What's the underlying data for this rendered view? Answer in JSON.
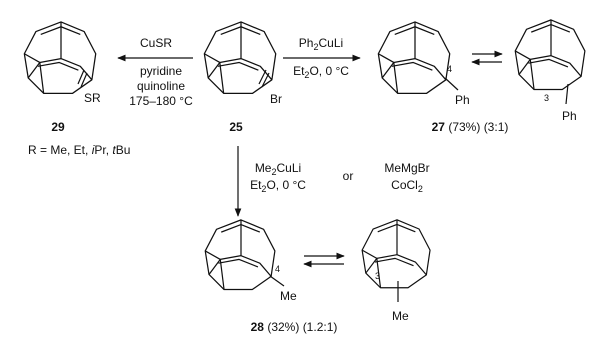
{
  "compounds": {
    "c25": {
      "number": "25",
      "substituent": "Br"
    },
    "c29": {
      "number": "29",
      "substituent": "SR",
      "r_groups_prefix": "R = Me, Et, ",
      "r_groups_ipr_i": "i",
      "r_groups_ipr_rest": "Pr, ",
      "r_groups_tbu_t": "t",
      "r_groups_tbu_rest": "Bu"
    },
    "c27": {
      "number": "27",
      "yield": "(73%)",
      "ratio": "(3:1)",
      "substituent": "Ph",
      "locant_a": "4",
      "locant_b": "3"
    },
    "c28": {
      "number": "28",
      "yield": "(32%)",
      "ratio": "(1.2:1)",
      "substituent": "Me",
      "locant_a": "4",
      "locant_b": "3"
    }
  },
  "reagents": {
    "to_29": {
      "line1": "CuSR",
      "line2": "pyridine",
      "line3": "quinoline",
      "line4": "175–180 °C"
    },
    "to_27": {
      "line1_main": "Ph",
      "line1_sub": "2",
      "line1_rest": "CuLi",
      "line2_main": "Et",
      "line2_sub": "2",
      "line2_rest": "O, 0 °C"
    },
    "to_28": {
      "option1_line1_main": "Me",
      "option1_line1_sub": "2",
      "option1_line1_rest": "CuLi",
      "option1_line2_main": "Et",
      "option1_line2_sub": "2",
      "option1_line2_rest": "O, 0 °C",
      "connector": "or",
      "option2_line1": "MeMgBr",
      "option2_line2_main": "CoCl",
      "option2_line2_sub": "2"
    }
  }
}
